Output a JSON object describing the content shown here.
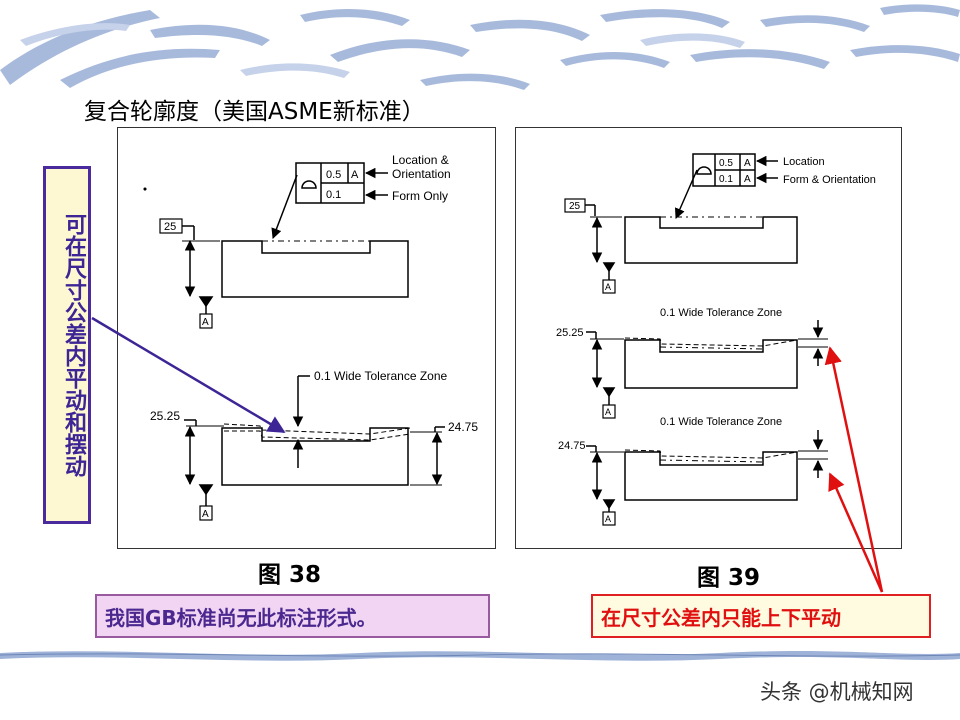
{
  "slide": {
    "title": "复合轮廓度（美国ASME新标准）",
    "side_note": "可在尺寸公差内平动和摆动",
    "gb_note": "我国GB标准尚无此标注形式。",
    "move_note": "在尺寸公差内只能上下平动",
    "watermark": "头条 @机械知网"
  },
  "fig38": {
    "caption": "图  38",
    "fcf_upper_value": "0.5",
    "fcf_upper_datum": "A",
    "fcf_lower_value": "0.1",
    "label_location": "Location &",
    "label_orientation": "Orientation",
    "label_form": "Form Only",
    "dim_basic": "25",
    "datum_a": "A",
    "tolerance_zone": "0.1 Wide Tolerance Zone",
    "dim_max": "25.25",
    "dim_min": "24.75"
  },
  "fig39": {
    "caption": "图  39",
    "fcf_upper_value": "0.5",
    "fcf_upper_datum": "A",
    "fcf_lower_value": "0.1",
    "fcf_lower_datum": "A",
    "label_location": "Location",
    "label_form_orientation": "Form & Orientation",
    "dim_basic": "25",
    "datum_a": "A",
    "tolerance_zone_1": "0.1 Wide Tolerance Zone",
    "dim_max": "25.25",
    "tolerance_zone_2": "0.1 Wide Tolerance Zone",
    "dim_min": "24.75"
  },
  "colors": {
    "purple": "#3d2596",
    "red": "#e01010",
    "banner": "#9ab0d6"
  }
}
